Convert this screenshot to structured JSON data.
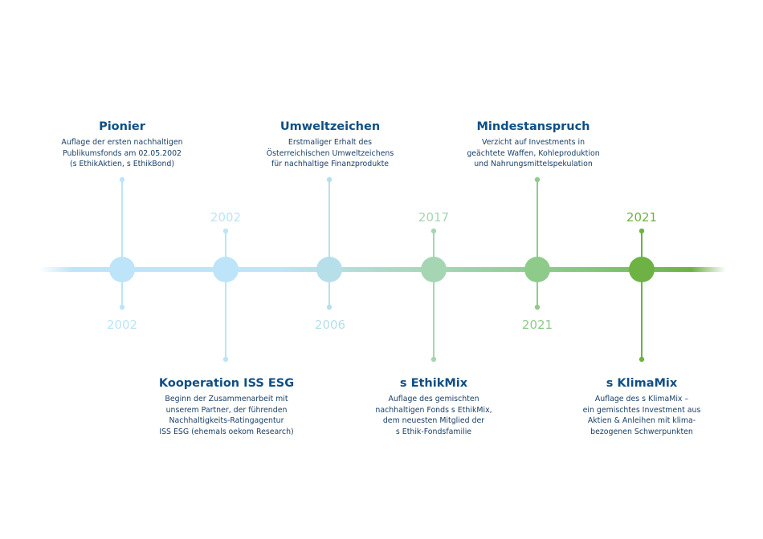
{
  "colors": {
    "dark_blue": "#0f4f85",
    "light_blue": "#bde4f8",
    "light_green": "#a6d5b4",
    "mid_green": "#8ecb8b",
    "bright_green": "#6eb245"
  },
  "events": [
    {
      "id": "pionier",
      "title": "Pionier",
      "description": "Auflage der ersten nachhaltigen\nPublikumsfonds am 02.05.2002\n(s EthikAktien, s EthikBond)",
      "year": "2002",
      "color": "#bde4f8"
    },
    {
      "id": "kooperation",
      "title": "Kooperation ISS ESG",
      "description": "Beginn der Zusammenarbeit mit\nunserem Partner, der führenden\nNachhaltigkeits-Ratingagentur\nISS ESG (ehemals oekom Research)",
      "year": "2002",
      "color": "#bde4f8"
    },
    {
      "id": "umweltzeichen",
      "title": "Umweltzeichen",
      "description": "Erstmaliger Erhalt des\nÖsterreichischen Umweltzeichens\nfür nachhaltige Finanzprodukte",
      "year": "2006",
      "color": "#b7dfea"
    },
    {
      "id": "ethikmix",
      "title": "s EthikMix",
      "description": "Auflage des gemischten\nnachhaltigen Fonds s EthikMix,\ndem neuesten Mitglied der\ns Ethik-Fondsfamilie",
      "year": "2017",
      "color": "#a6d5b4"
    },
    {
      "id": "mindestanspruch",
      "title": "Mindestanspruch",
      "description": "Verzicht auf Investments in\ngeächtete Waffen, Kohleproduktion\nund Nahrungsmittelspekulation",
      "year": "2021",
      "color": "#8ecb8b"
    },
    {
      "id": "klimamix",
      "title": "s KlimaMix",
      "description": "Auflage des s KlimaMix –\nein gemischtes Investment aus\nAktien & Anleihen mit klima-\nbezogenen Schwerpunkten",
      "year": "2021",
      "color": "#6eb245"
    }
  ]
}
